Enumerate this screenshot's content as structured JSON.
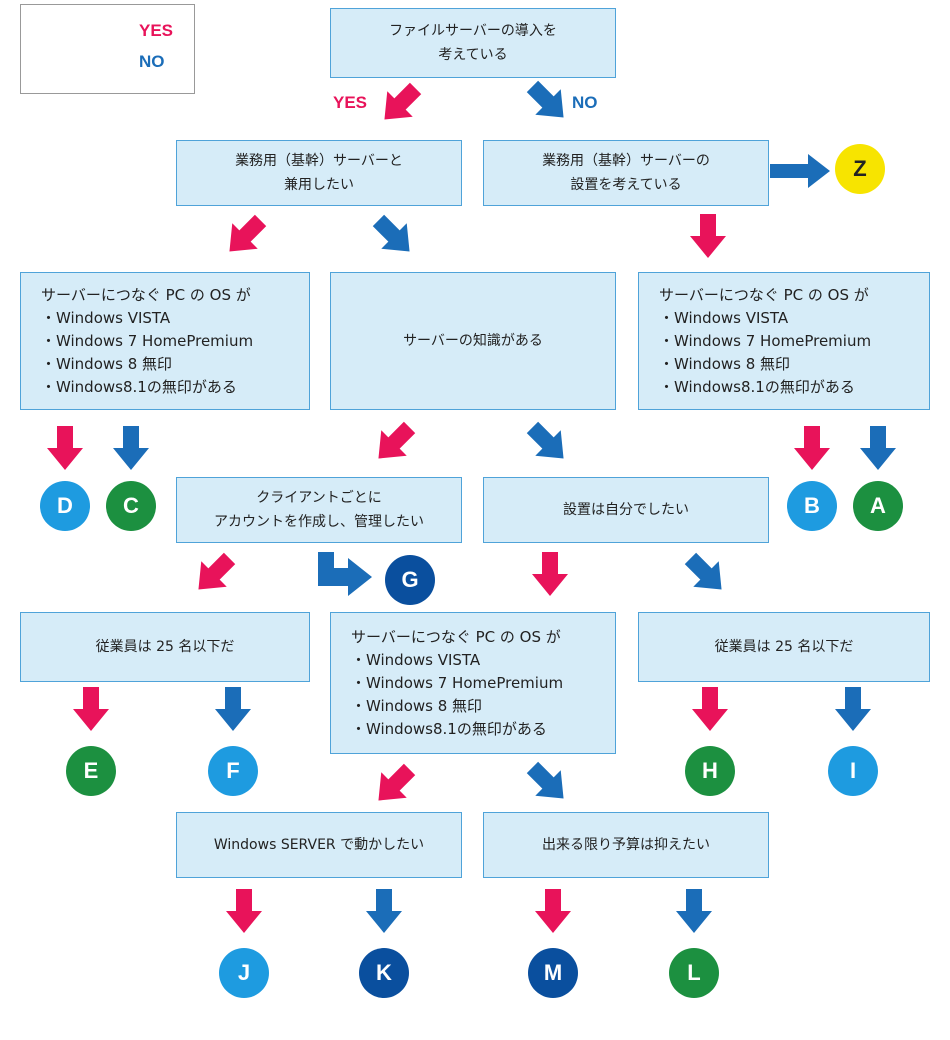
{
  "legend": {
    "yes": "YES",
    "no": "NO"
  },
  "top_labels": {
    "yes": "YES",
    "no": "NO"
  },
  "colors": {
    "yes": "#e8135a",
    "no": "#1b6db8",
    "box_fill": "#d6ecf8",
    "box_border": "#4fa3d9"
  },
  "nodes": {
    "start": "ファイルサーバーの導入を\n考えている",
    "shared_server": "業務用（基幹）サーバーと\n兼用したい",
    "install_core": "業務用（基幹）サーバーの\n設置を考えている",
    "os_left": "サーバーにつなぐ PC の OS が\n・Windows VISTA\n・Windows 7 HomePremium\n・Windows 8 無印\n・Windows8.1の無印がある",
    "knowledge": "サーバーの知識がある",
    "os_right": "サーバーにつなぐ PC の OS が\n・Windows VISTA\n・Windows 7 HomePremium\n・Windows 8 無印\n・Windows8.1の無印がある",
    "accounts": "クライアントごとに\nアカウントを作成し、管理したい",
    "self_install": "設置は自分でしたい",
    "employees_left": "従業員は 25 名以下だ",
    "os_center": "サーバーにつなぐ PC の OS が\n・Windows VISTA\n・Windows 7 HomePremium\n・Windows 8 無印\n・Windows8.1の無印がある",
    "employees_right": "従業員は 25 名以下だ",
    "win_server": "Windows SERVER で動かしたい",
    "budget": "出来る限り予算は抑えたい"
  },
  "results": {
    "Z": {
      "label": "Z",
      "color": "#f7e400"
    },
    "D": {
      "label": "D",
      "color": "#1e9be0"
    },
    "C": {
      "label": "C",
      "color": "#1c9040"
    },
    "B": {
      "label": "B",
      "color": "#1e9be0"
    },
    "A": {
      "label": "A",
      "color": "#1c9040"
    },
    "G": {
      "label": "G",
      "color": "#0a4f9e"
    },
    "E": {
      "label": "E",
      "color": "#1c9040"
    },
    "F": {
      "label": "F",
      "color": "#1e9be0"
    },
    "H": {
      "label": "H",
      "color": "#1c9040"
    },
    "I": {
      "label": "I",
      "color": "#1e9be0"
    },
    "J": {
      "label": "J",
      "color": "#1e9be0"
    },
    "K": {
      "label": "K",
      "color": "#0a4f9e"
    },
    "M": {
      "label": "M",
      "color": "#0a4f9e"
    },
    "L": {
      "label": "L",
      "color": "#1c9040"
    }
  }
}
